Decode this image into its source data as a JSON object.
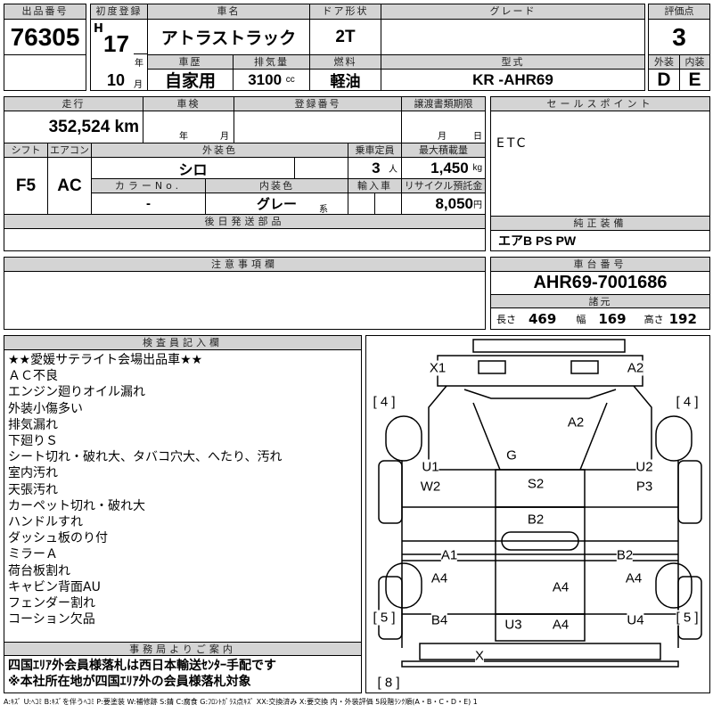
{
  "lot": {
    "label": "出品番号",
    "value": "76305"
  },
  "first_reg": {
    "label": "初度登録",
    "era": "H",
    "year": "17",
    "year_unit": "年",
    "month": "10",
    "month_unit": "月"
  },
  "car_name": {
    "label": "車名",
    "value": "アトラストラック"
  },
  "door": {
    "label": "ドア形状",
    "value": "2T"
  },
  "grade": {
    "label": "グレード",
    "value": ""
  },
  "history": {
    "label": "車歴",
    "value": "自家用"
  },
  "displacement": {
    "label": "排気量",
    "value": "3100",
    "unit": "cc"
  },
  "fuel": {
    "label": "燃料",
    "value": "軽油"
  },
  "model": {
    "label": "型式",
    "value": "KR -AHR69"
  },
  "score": {
    "label": "評価点",
    "value": "3",
    "exterior_label": "外装",
    "exterior": "D",
    "interior_label": "内装",
    "interior": "E"
  },
  "mileage": {
    "label": "走行",
    "value": "352,524 km"
  },
  "inspection": {
    "label": "車検",
    "year_unit": "年",
    "month_unit": "月"
  },
  "plate": {
    "label": "登録番号",
    "value": ""
  },
  "transfer": {
    "label": "譲渡書類期限",
    "month_unit": "月",
    "day_unit": "日"
  },
  "shift": {
    "label": "シフト",
    "value": "F5"
  },
  "ac": {
    "label": "エアコン",
    "value": "AC"
  },
  "ext_color": {
    "label": "外装色",
    "value": "シロ"
  },
  "capacity": {
    "label": "乗車定員",
    "value": "3",
    "unit": "人"
  },
  "max_load": {
    "label": "最大積載量",
    "value": "1,450",
    "unit": "kg"
  },
  "color_no": {
    "label": "カラーNo.",
    "value": "-"
  },
  "int_color": {
    "label": "内装色",
    "value": "グレー",
    "suffix": "系"
  },
  "import": {
    "label": "輸入車"
  },
  "recycle": {
    "label": "リサイクル預託金",
    "value": "8,050",
    "unit": "円"
  },
  "later_parts": {
    "label": "後日発送部品"
  },
  "sales_point": {
    "label": "セールスポイント",
    "value": "ETC"
  },
  "equipment": {
    "label": "純正装備",
    "value": "エアB PS PW"
  },
  "notes": {
    "label": "注意事項欄"
  },
  "chassis": {
    "label": "車台番号",
    "value": "AHR69-7001686"
  },
  "specs": {
    "label": "諸元",
    "length_label": "長さ",
    "length": "469",
    "width_label": "幅",
    "width": "169",
    "height_label": "高さ",
    "height": "192"
  },
  "inspector": {
    "label": "検査員記入欄",
    "lines": [
      "★★愛媛サテライト会場出品車★★",
      "ＡＣ不良",
      "エンジン廻りオイル漏れ",
      "外装小傷多い",
      "排気漏れ",
      "下廻りＳ",
      "シート切れ・破れ大、タバコ穴大、へたり、汚れ",
      "室内汚れ",
      "天張汚れ",
      "カーペット切れ・破れ大",
      "ハンドルすれ",
      "ダッシュ板のり付",
      "ミラーＡ",
      "荷台板割れ",
      "キャビン背面AU",
      "フェンダー割れ",
      "コーション欠品"
    ]
  },
  "office": {
    "label": "事務局よりご案内",
    "lines": [
      "四国ｴﾘｱ外会員様落札は西日本輸送ｾﾝﾀｰ手配です",
      "※本社所在地が四国ｴﾘｱ外の会員様落札対象"
    ]
  },
  "diagram_marks": [
    "X1",
    "A2",
    "[ 4 ]",
    "[ 4 ]",
    "A2",
    "G",
    "U1",
    "U2",
    "S2",
    "W2",
    "P3",
    "B2",
    "A1",
    "B2",
    "A4",
    "A4",
    "A4",
    "[ 5 ]",
    "[ 5 ]",
    "B4",
    "U3",
    "A4",
    "U4",
    "X",
    "[ 8 ]"
  ],
  "legend": "A:ｷｽﾞ U:ﾍｺﾐ B:ｷｽﾞを伴うﾍｺﾐ P:要塗装 W:補修跡 S:錆 C:腐食 G:ﾌﾛﾝﾄｶﾞﾗｽ点ｷｽﾞ XX:交換済み X:要交換 内・外装評価 5段階ﾗﾝｸ順(A・B・C・D・E) 1"
}
